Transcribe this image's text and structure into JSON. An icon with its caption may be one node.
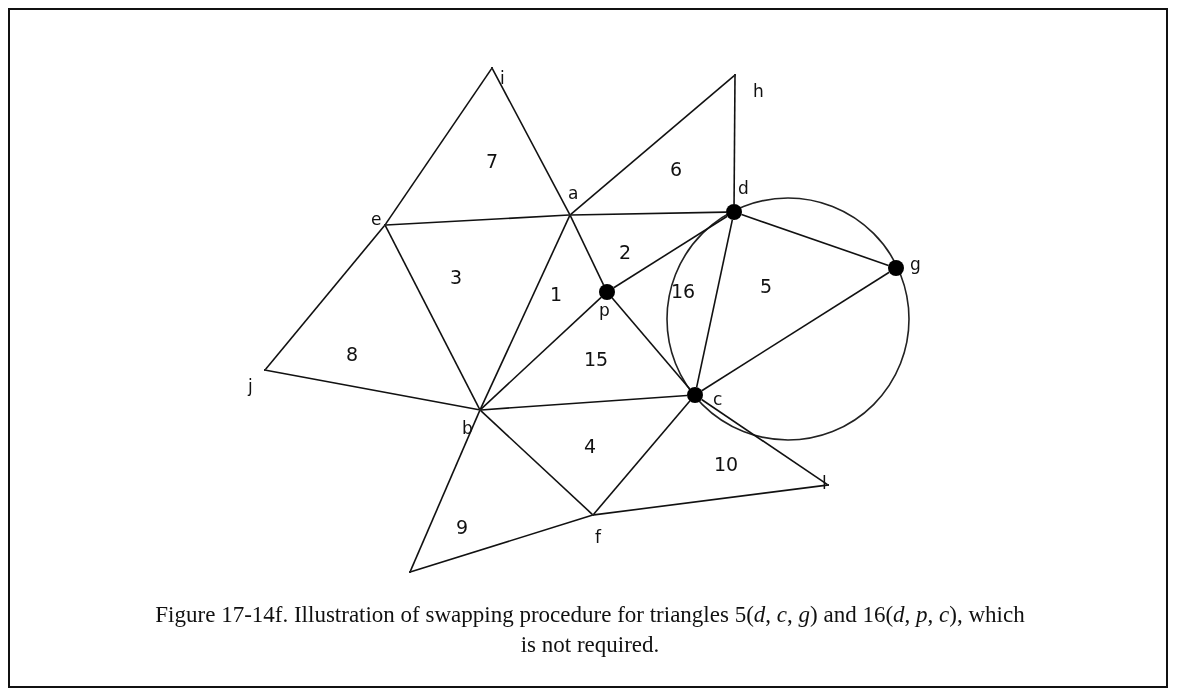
{
  "diagram": {
    "caption": "Figure 17-14f. Illustration of swapping procedure for triangles 5(*d*, *c*, *g*) and 16(*d*, *p*, *c*), which is not required.",
    "nodes": [
      {
        "text": [],
        "shape": "point",
        "beside": [
          "i"
        ]
      },
      {
        "text": [],
        "shape": "point",
        "beside": [
          "h"
        ]
      },
      {
        "text": [],
        "shape": "point",
        "beside": [
          "a"
        ]
      },
      {
        "text": [],
        "shape": "dot",
        "beside": [
          "d"
        ]
      },
      {
        "text": [],
        "shape": "point",
        "beside": [
          "e"
        ]
      },
      {
        "text": [],
        "shape": "dot",
        "beside": [
          "g"
        ]
      },
      {
        "text": [],
        "shape": "dot",
        "beside": [
          "p"
        ]
      },
      {
        "text": [],
        "shape": "point",
        "beside": [
          "j"
        ]
      },
      {
        "text": [],
        "shape": "dot",
        "beside": [
          "c"
        ]
      },
      {
        "text": [],
        "shape": "point",
        "beside": [
          "b"
        ]
      },
      {
        "text": [],
        "shape": "point",
        "beside": [
          "l"
        ]
      },
      {
        "text": [],
        "shape": "point",
        "beside": [
          "f"
        ]
      },
      {
        "text": [],
        "shape": "point"
      }
    ],
    "edges": [
      {
        "from": 0,
        "to": 4,
        "arrow": "none"
      },
      {
        "from": 0,
        "to": 2,
        "arrow": "none"
      },
      {
        "from": 2,
        "to": 1,
        "arrow": "none"
      },
      {
        "from": 1,
        "to": 3,
        "arrow": "none"
      },
      {
        "from": 4,
        "to": 2,
        "arrow": "none"
      },
      {
        "from": 2,
        "to": 3,
        "arrow": "none"
      },
      {
        "from": 4,
        "to": 7,
        "arrow": "none"
      },
      {
        "from": 4,
        "to": 9,
        "arrow": "none"
      },
      {
        "from": 7,
        "to": 9,
        "arrow": "none"
      },
      {
        "from": 2,
        "to": 9,
        "arrow": "none"
      },
      {
        "from": 2,
        "to": 6,
        "arrow": "none"
      },
      {
        "from": 6,
        "to": 3,
        "arrow": "none"
      },
      {
        "from": 3,
        "to": 5,
        "arrow": "none"
      },
      {
        "from": 3,
        "to": 8,
        "arrow": "none"
      },
      {
        "from": 5,
        "to": 8,
        "arrow": "none"
      },
      {
        "from": 6,
        "to": 9,
        "arrow": "none"
      },
      {
        "from": 6,
        "to": 8,
        "arrow": "none"
      },
      {
        "from": 9,
        "to": 8,
        "arrow": "none"
      },
      {
        "from": 9,
        "to": 11,
        "arrow": "none"
      },
      {
        "from": 9,
        "to": 12,
        "arrow": "none"
      },
      {
        "from": 12,
        "to": 11,
        "arrow": "none"
      },
      {
        "from": 11,
        "to": 8,
        "arrow": "none"
      },
      {
        "from": 11,
        "to": 10,
        "arrow": "none"
      },
      {
        "from": 8,
        "to": 10,
        "arrow": "none"
      }
    ],
    "labels": [
      "7",
      "6",
      "2",
      "3",
      "1",
      "16",
      "5",
      "8",
      "15",
      "4",
      "10",
      "9"
    ]
  }
}
